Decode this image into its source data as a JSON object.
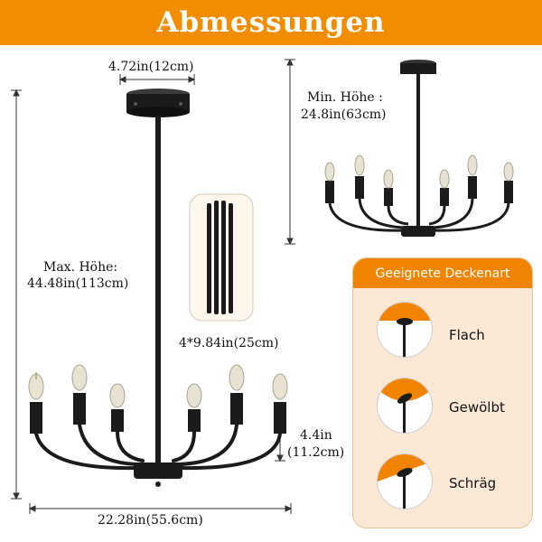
{
  "header": {
    "title": "Abmessungen"
  },
  "dimensions": {
    "canopy_width": "4.72in(12cm)",
    "min_height_label": "Min. Höhe :",
    "min_height_value": "24.8in(63cm)",
    "max_height_label": "Max. Höhe:",
    "max_height_value": "44.48in(113cm)",
    "rods": "4*9.84in(25cm)",
    "arm_height_1": "4.4in",
    "arm_height_2": "(11.2cm)",
    "total_width": "22.28in(55.6cm)"
  },
  "ceiling_panel": {
    "title": "Geeignete Deckenart",
    "types": [
      "Flach",
      "Gewölbt",
      "Schräg"
    ]
  },
  "colors": {
    "accent": "#f28c00",
    "panel_bg": "#fbe9d6",
    "metal": "#1b1b1b"
  }
}
